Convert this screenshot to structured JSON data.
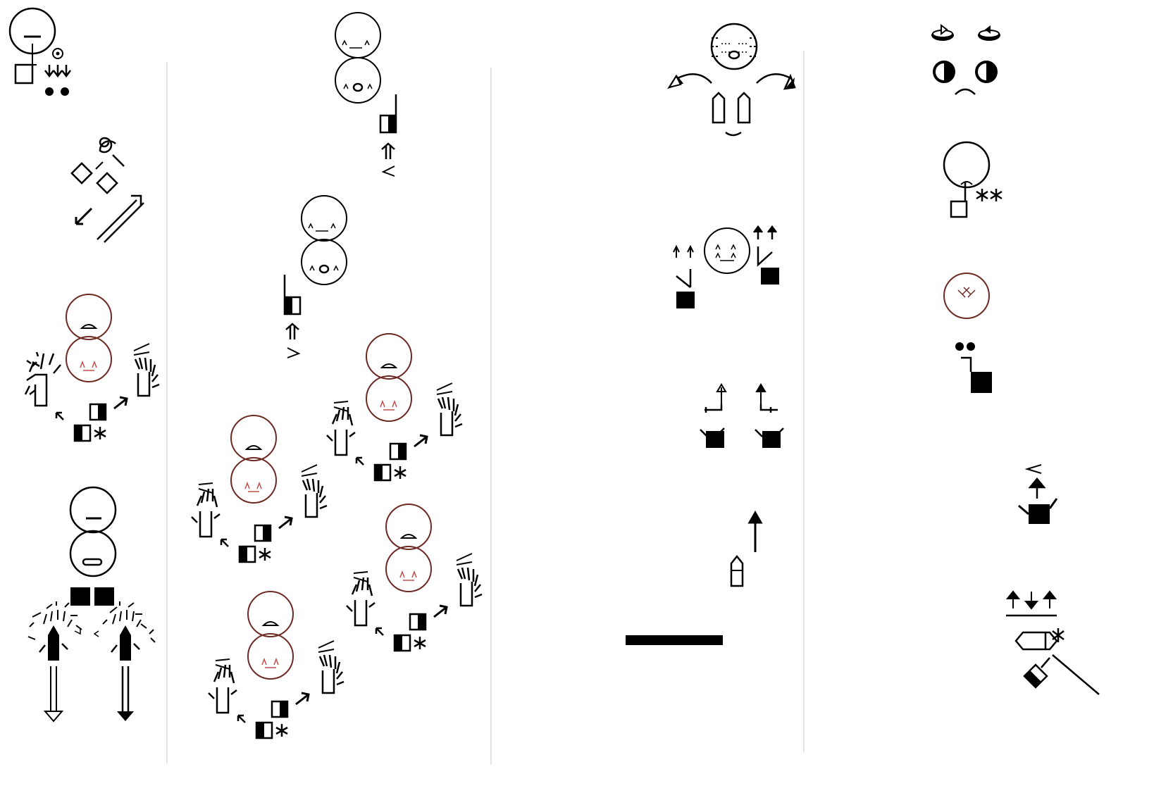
{
  "colors": {
    "ink": "#000000",
    "face_red": "#6e2a24",
    "arrow_red": "#c0504d",
    "separator": "#e4e4e4",
    "background": "#ffffff"
  },
  "columns": [
    {
      "column": 1,
      "signs": [
        {
          "id": "sign-head-hand-dots",
          "icons": [
            "head-circle-icon",
            "hand-square-icon",
            "dot-target-icon",
            "double-down-arrow-icon",
            "black-dots-icon"
          ]
        },
        {
          "id": "sign-diamonds-spiral",
          "icons": [
            "spiral-icon",
            "diamond-icon",
            "double-line-arrow-icon"
          ]
        },
        {
          "id": "sign-red-face-hands",
          "icons": [
            "red-face-icon",
            "spread-hand-icon",
            "half-filled-square-icon",
            "asterisk-icon"
          ]
        },
        {
          "id": "sign-face-two-hands-down",
          "icons": [
            "face-icon",
            "black-squares-icon",
            "burst-hand-icon",
            "down-arrow-icon"
          ]
        }
      ]
    },
    {
      "column": 2,
      "signs": [
        {
          "id": "sign-stacked-faces-1",
          "icons": [
            "face-icon",
            "flat-hand-icon",
            "double-up-arrow-icon"
          ]
        },
        {
          "id": "sign-stacked-faces-2",
          "icons": [
            "face-icon",
            "flat-hand-icon",
            "double-up-arrow-icon"
          ]
        },
        {
          "id": "sign-red-face-hands-a",
          "icons": [
            "red-face-icon",
            "spread-hand-icon",
            "asterisk-icon"
          ]
        },
        {
          "id": "sign-red-face-hands-b",
          "icons": [
            "red-face-icon",
            "spread-hand-icon",
            "asterisk-icon"
          ]
        },
        {
          "id": "sign-red-face-hands-c",
          "icons": [
            "red-face-icon",
            "spread-hand-icon",
            "asterisk-icon"
          ]
        },
        {
          "id": "sign-red-face-hands-d",
          "icons": [
            "red-face-icon",
            "spread-hand-icon",
            "asterisk-icon"
          ]
        }
      ]
    },
    {
      "column": 3,
      "signs": [
        {
          "id": "sign-face-curved-arrows",
          "icons": [
            "face-icon",
            "curved-arrow-icon",
            "index-hand-icon"
          ]
        },
        {
          "id": "sign-face-black-hands",
          "icons": [
            "face-icon",
            "black-square-hand-icon",
            "double-up-arrow-icon"
          ]
        },
        {
          "id": "sign-two-hands-arrows",
          "icons": [
            "black-square-hand-icon",
            "hook-arrow-icon"
          ]
        },
        {
          "id": "sign-index-up-arrow",
          "icons": [
            "index-hand-icon",
            "up-arrow-icon"
          ]
        },
        {
          "id": "sign-black-bar",
          "icons": [
            "black-bar-icon"
          ]
        }
      ]
    },
    {
      "column": 4,
      "signs": [
        {
          "id": "sign-eyes-face",
          "icons": [
            "eye-icon",
            "half-circle-icon",
            "frown-icon"
          ]
        },
        {
          "id": "sign-face-hand-asterisks",
          "icons": [
            "face-icon",
            "hand-square-icon",
            "asterisk-icon"
          ]
        },
        {
          "id": "sign-red-face-dots",
          "icons": [
            "red-face-icon",
            "black-dots-icon",
            "black-square-hand-icon"
          ]
        },
        {
          "id": "sign-hand-up-arrow",
          "icons": [
            "black-square-hand-icon",
            "up-arrow-icon"
          ]
        },
        {
          "id": "sign-arrows-pencil",
          "icons": [
            "up-down-arrows-icon",
            "pencil-icon",
            "asterisk-icon"
          ]
        }
      ]
    }
  ]
}
